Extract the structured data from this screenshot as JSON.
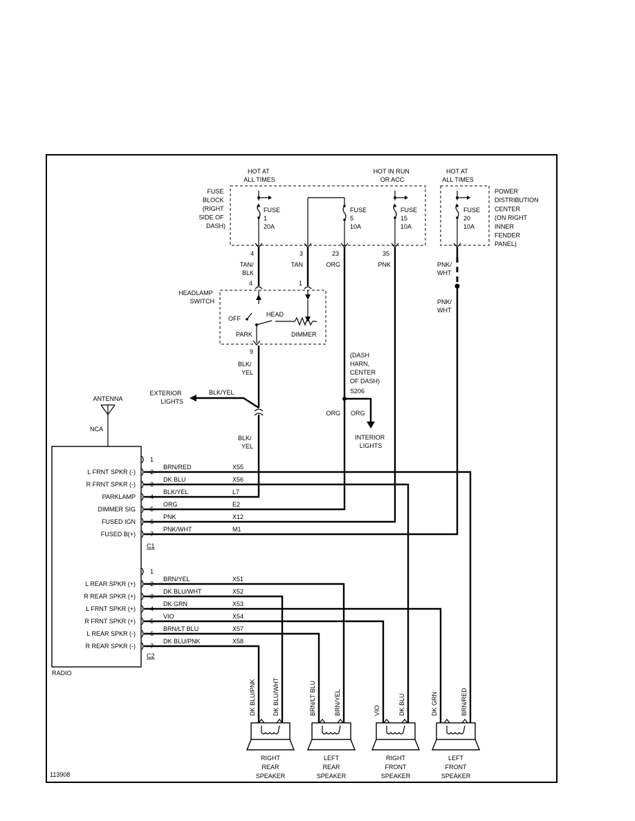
{
  "sources": {
    "hot_all_times_1": [
      "HOT AT",
      "ALL TIMES"
    ],
    "hot_run_acc": [
      "HOT IN RUN",
      "OR ACC"
    ],
    "hot_all_times_2": [
      "HOT AT",
      "ALL TIMES"
    ]
  },
  "fuse_block": {
    "label": [
      "FUSE",
      "BLOCK",
      "(RIGHT",
      "SIDE OF",
      "DASH)"
    ],
    "fuses": [
      {
        "lines": [
          "FUSE",
          "1",
          "20A"
        ]
      },
      {
        "lines": [
          "FUSE",
          "5",
          "10A"
        ]
      },
      {
        "lines": [
          "FUSE",
          "15",
          "10A"
        ]
      }
    ]
  },
  "pdc": {
    "label": [
      "POWER",
      "DISTRIBUTION",
      "CENTER",
      "(ON RIGHT",
      "INNER",
      "FENDER",
      "PANEL)"
    ],
    "fuse": [
      "FUSE",
      "20",
      "10A"
    ]
  },
  "cavities": {
    "c4": "4",
    "c3": "3",
    "c23": "23",
    "c35": "35",
    "hs4": "4",
    "hs1": "1",
    "hs9": "9"
  },
  "wires_top": {
    "tan_blk": [
      "TAN/",
      "BLK"
    ],
    "tan": "TAN",
    "org": "ORG",
    "pnk": "PNK",
    "pnk_wht_1": [
      "PNK/",
      "WHT"
    ],
    "pnk_wht_2": [
      "PNK/",
      "WHT"
    ],
    "blk_yel_1": [
      "BLK/",
      "YEL"
    ],
    "blk_yel_2": [
      "BLK/",
      "YEL"
    ],
    "blk_yel_ext": "BLK/YEL",
    "org_left": "ORG",
    "org_right": "ORG"
  },
  "headlamp_switch": {
    "label": [
      "HEADLAMP",
      "SWITCH"
    ],
    "off": "OFF",
    "head": "HEAD",
    "park": "PARK",
    "dimmer": "DIMMER"
  },
  "splice": {
    "location": [
      "(DASH",
      "HARN,",
      "CENTER",
      "OF DASH)"
    ],
    "id": "S206"
  },
  "exterior_lights": [
    "EXTERIOR",
    "LIGHTS"
  ],
  "interior_lights": [
    "INTERIOR",
    "LIGHTS"
  ],
  "antenna": {
    "label": "ANTENNA",
    "nca": "NCA"
  },
  "radio": {
    "label": "RADIO",
    "c1": {
      "name": "C1",
      "pins": [
        {
          "n": "1",
          "func": "",
          "wire": "",
          "circuit": ""
        },
        {
          "n": "2",
          "func": "L FRNT SPKR (-)",
          "wire": "BRN/RED",
          "circuit": "X55"
        },
        {
          "n": "3",
          "func": "R FRNT SPKR (-)",
          "wire": "DK BLU",
          "circuit": "X56"
        },
        {
          "n": "4",
          "func": "PARKLAMP",
          "wire": "BLK/YEL",
          "circuit": "L7"
        },
        {
          "n": "5",
          "func": "DIMMER SIG",
          "wire": "ORG",
          "circuit": "E2"
        },
        {
          "n": "6",
          "func": "FUSED IGN",
          "wire": "PNK",
          "circuit": "X12"
        },
        {
          "n": "7",
          "func": "FUSED B(+)",
          "wire": "PNK/WHT",
          "circuit": "M1"
        }
      ]
    },
    "c2": {
      "name": "C2",
      "pins": [
        {
          "n": "1",
          "func": "",
          "wire": "",
          "circuit": ""
        },
        {
          "n": "2",
          "func": "L REAR SPKR (+)",
          "wire": "BRN/YEL",
          "circuit": "X51"
        },
        {
          "n": "3",
          "func": "R REAR SPKR (+)",
          "wire": "DK BLU/WHT",
          "circuit": "X52"
        },
        {
          "n": "4",
          "func": "L FRNT SPKR (+)",
          "wire": "DK GRN",
          "circuit": "X53"
        },
        {
          "n": "5",
          "func": "R FRNT SPKR (+)",
          "wire": "VIO",
          "circuit": "X54"
        },
        {
          "n": "6",
          "func": "L REAR SPKR (-)",
          "wire": "BRN/LT BLU",
          "circuit": "X57"
        },
        {
          "n": "7",
          "func": "R REAR SPKR (-)",
          "wire": "DK BLU/PNK",
          "circuit": "X58"
        }
      ]
    }
  },
  "speaker_wires": [
    "DK BLU/PNK",
    "DK BLU/WHT",
    "BRN/LT BLU",
    "BRN/YEL",
    "VIO",
    "DK BLU",
    "DK GRN",
    "BRN/RED"
  ],
  "speakers": [
    [
      "RIGHT",
      "REAR",
      "SPEAKER"
    ],
    [
      "LEFT",
      "REAR",
      "SPEAKER"
    ],
    [
      "RIGHT",
      "FRONT",
      "SPEAKER"
    ],
    [
      "LEFT",
      "FRONT",
      "SPEAKER"
    ]
  ],
  "figure_id": "113908"
}
